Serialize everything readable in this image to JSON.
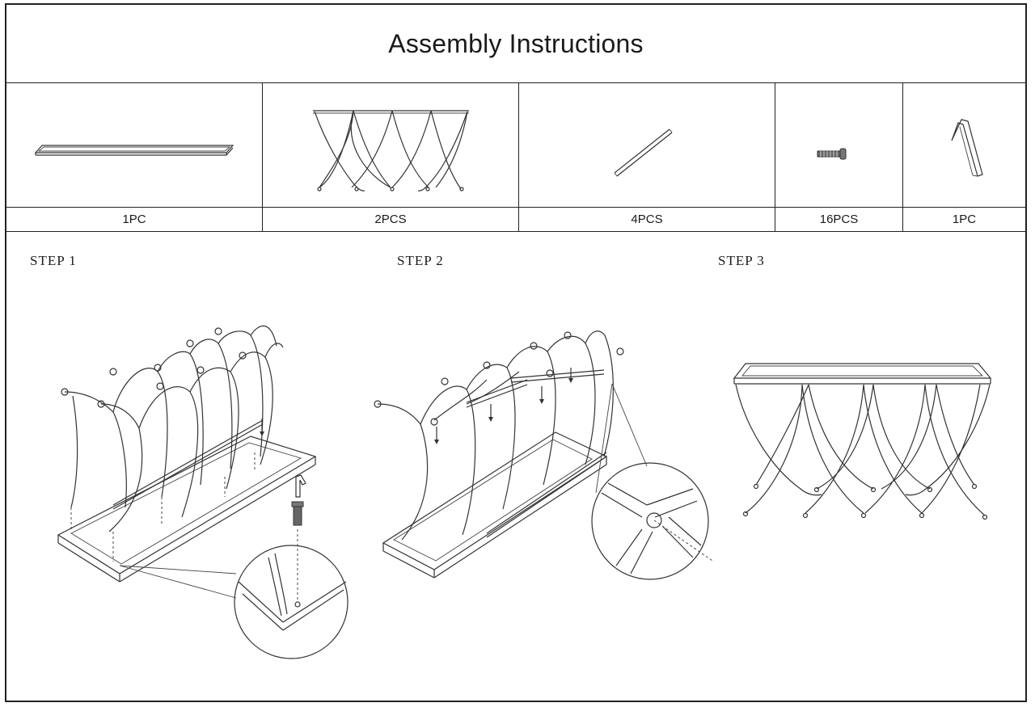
{
  "title": "Assembly Instructions",
  "parts": [
    {
      "qty": "1PC",
      "icon": "table-top-panel-icon"
    },
    {
      "qty": "2PCS",
      "icon": "arched-leg-frame-icon"
    },
    {
      "qty": "4PCS",
      "icon": "connecting-rod-icon"
    },
    {
      "qty": "16PCS",
      "icon": "bolt-icon"
    },
    {
      "qty": "1PC",
      "icon": "allen-key-icon"
    }
  ],
  "steps": [
    {
      "label": "STEP  1"
    },
    {
      "label": "STEP  2"
    },
    {
      "label": "STEP  3"
    }
  ]
}
